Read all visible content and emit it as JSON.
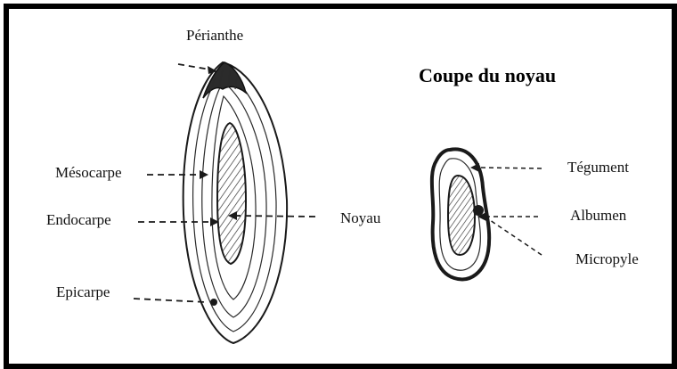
{
  "title": "Coupe du noyau",
  "fruit_labels": {
    "perianthe": "Périanthe",
    "mesocarpe": "Mésocarpe",
    "endocarpe": "Endocarpe",
    "epicarpe": "Epicarpe",
    "noyau": "Noyau"
  },
  "seed_labels": {
    "tegument": "Tégument",
    "albumen": "Albumen",
    "micropyle": "Micropyle"
  }
}
